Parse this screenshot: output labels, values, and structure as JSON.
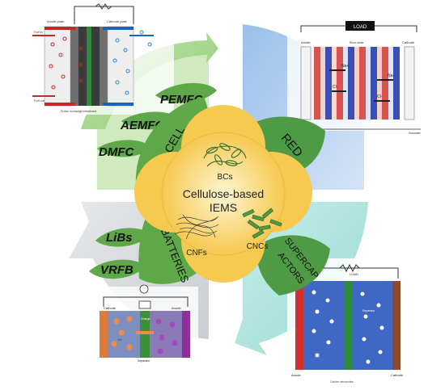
{
  "center": {
    "line1": "Cellulose-based",
    "line2": "IEMS"
  },
  "nanomaterials": {
    "bc": "BCs",
    "cnf": "CNFs",
    "cnc": "CNCs"
  },
  "petals": {
    "fuel_cell": "FUEL CELL",
    "red": "RED",
    "batteries": "BATTERIES",
    "supercap_line1": "SUPERCAP",
    "supercap_line2": "ACTORS"
  },
  "leaves": {
    "pemfc": "PEMFC",
    "aemfc": "AEMFC",
    "dmfc": "DMFC",
    "libs": "LiBs",
    "vrfb": "VRFB"
  },
  "fuel_cell_schematic": {
    "anode_plate": "Anode plate",
    "cathode_plate": "Cathode plate",
    "fuel_in": "Fuel in",
    "fuel_out": "Fuel out",
    "membrane": "Proton exchange membrane"
  },
  "red_schematic": {
    "load": "LOAD",
    "anode": "Anode",
    "cathode": "Cathode",
    "seawater": "Seawater",
    "riverwater": "River water",
    "ions": [
      "Na+",
      "Cl-",
      "Na+",
      "Cl-"
    ]
  },
  "battery_schematic": {
    "cathode": "Cathode",
    "anode": "Anode",
    "separator": "Separator",
    "charge": "Charge",
    "electrolyte": "Li+"
  },
  "supercap_schematic": {
    "load": "LOAD",
    "anode": "Anode",
    "cathode": "Cathode",
    "separator": "Separator",
    "caption": "Carbon electrodes"
  },
  "colors": {
    "green_light": "#9bd07e",
    "green_leaf": "#5ea84a",
    "green_dark": "#3f8a37",
    "blue_light": "#a9c8ec",
    "teal_light": "#a9e1dc",
    "grey_light": "#cfd3d6",
    "center_yellow": "#fce6a6",
    "petal_yellow": "#f6c94f"
  }
}
